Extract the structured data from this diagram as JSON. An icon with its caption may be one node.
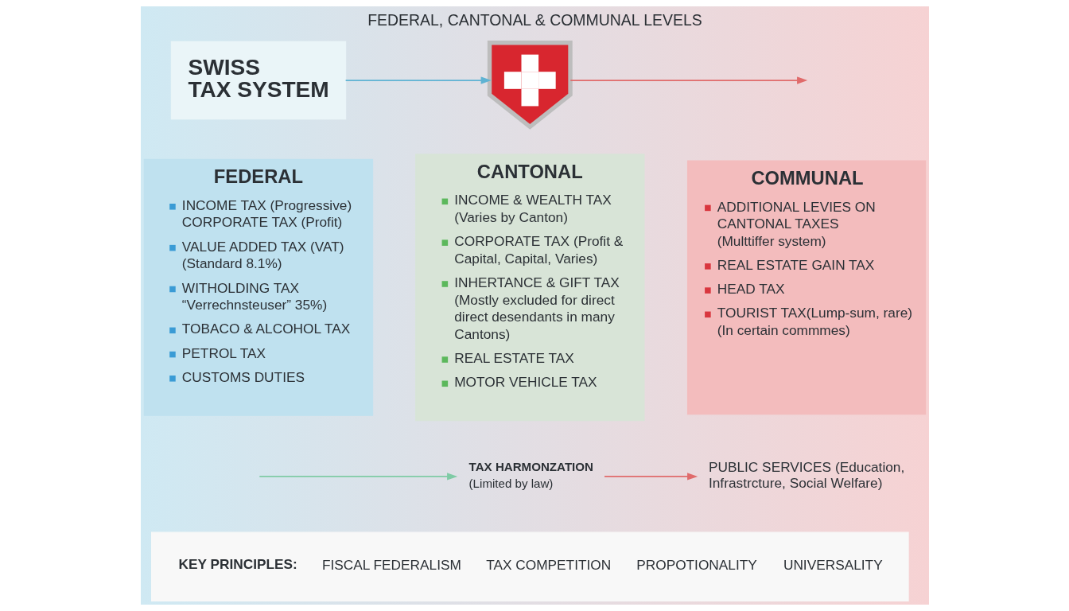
{
  "diagram": {
    "title": "FEDERAL, CANTONAL & COMMUNAL LEVELS",
    "nodes": [
      {
        "text": [
          "SWISS TAX SYSTEM"
        ]
      },
      {
        "text": [],
        "shape": "shield"
      },
      {
        "text": [
          "FEDERAL",
          "INCOME TAX (Progressive) CORPORATE TAX (Profit)",
          "VALUE ADDED TAX (VAT) (Standard 8.1%)",
          "WITHOLDING TAX “Verrechnsteuser” 35%)",
          "TOBACO & ALCOHOL TAX",
          "PETROL TAX",
          "CUSTOMS DUTIES"
        ]
      },
      {
        "text": [
          "CANTONAL",
          "INCOME & WEALTH TAX (Varies by Canton)",
          "CORPORATE TAX (Profit & Capital, Capital, Varies)",
          "INHERTANCE & GIFT TAX (Mostly excluded for direct direct desendants in many Cantons)",
          "REAL ESTATE TAX",
          "MOTOR VEHICLE TAX"
        ]
      },
      {
        "text": [
          "COMMUNAL",
          "ADDITIONAL LEVIES ON CANTONAL TAXES (Multtiffer system)",
          "REAL ESTATE GAIN TAX",
          "HEAD TAX",
          "TOURIST TAX(Lump-sum, rare) (In certain commmes)"
        ]
      },
      {
        "text": [
          "TAX HARMONZATION",
          "(Limited by law)"
        ]
      },
      {
        "text": [
          "PUBLIC SERVICES (Education, Infrastrcture, Social Welfare)"
        ]
      },
      {
        "text": [
          "KEY PRINCIPLES:",
          "FISCAL FEDERALISM",
          "TAX COMPETITION",
          "PROPOTIONALITY",
          "UNIVERSALITY"
        ]
      }
    ],
    "edges": [
      {
        "from": 0,
        "to": 1,
        "arrow": "to",
        "color": "#5fb3d3"
      },
      {
        "from": 1,
        "to": null,
        "arrow": "to",
        "color": "#e06b6b"
      },
      {
        "from": null,
        "to": 5,
        "arrow": "to",
        "color": "#7fcba5"
      },
      {
        "from": 5,
        "to": 6,
        "arrow": "to",
        "color": "#e06b6b"
      }
    ]
  }
}
